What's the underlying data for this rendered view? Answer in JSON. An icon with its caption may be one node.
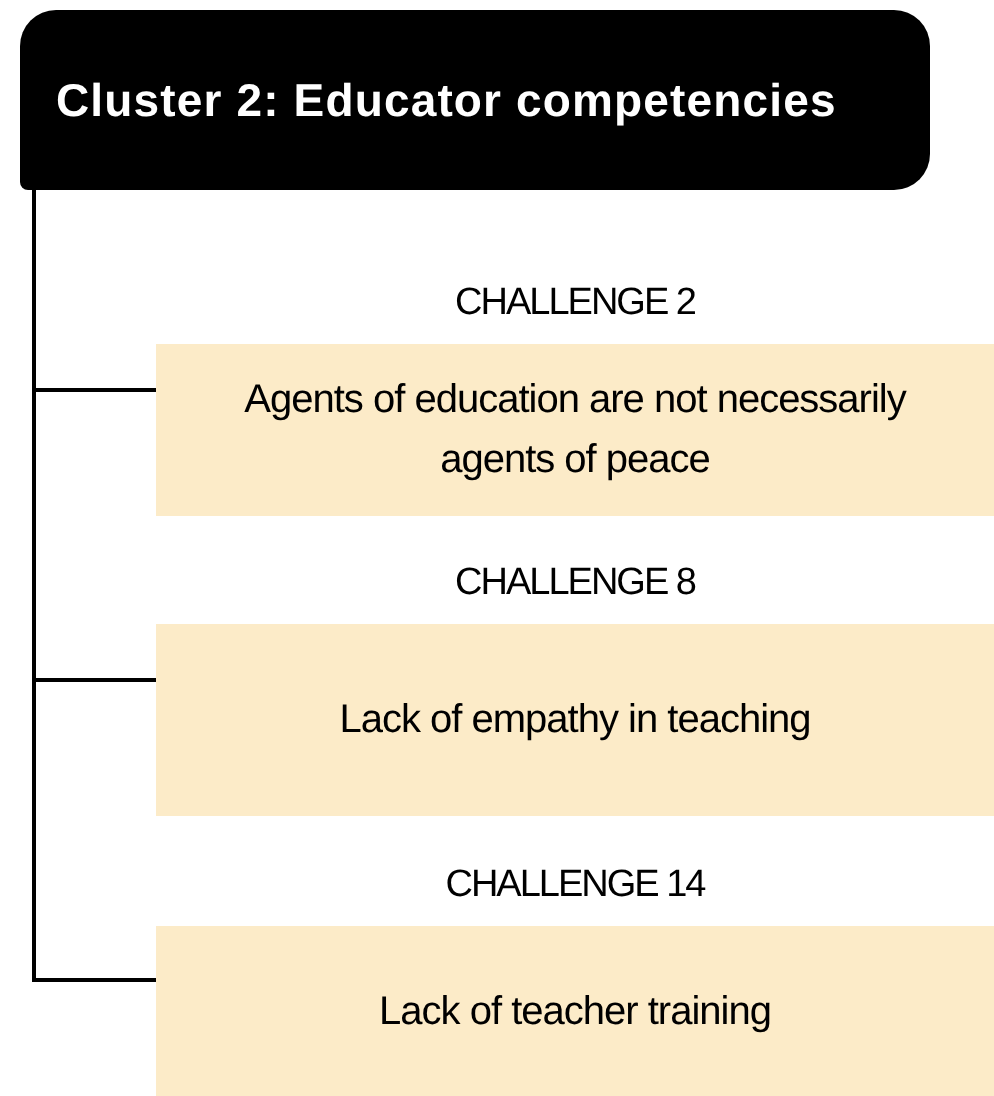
{
  "diagram": {
    "nodes": [
      {
        "text": [
          "Cluster 2: Educator competencies"
        ]
      },
      {
        "text": [
          "CHALLENGE 2",
          "Agents of education are not necessarily agents of peace"
        ]
      },
      {
        "text": [
          "CHALLENGE 8",
          "Lack of empathy in teaching"
        ]
      },
      {
        "text": [
          "CHALLENGE 14",
          "Lack of teacher training"
        ]
      }
    ],
    "edges": [
      {
        "from": 0,
        "to": 1,
        "arrow": "none"
      },
      {
        "from": 0,
        "to": 2,
        "arrow": "none"
      },
      {
        "from": 0,
        "to": 3,
        "arrow": "none"
      }
    ]
  }
}
